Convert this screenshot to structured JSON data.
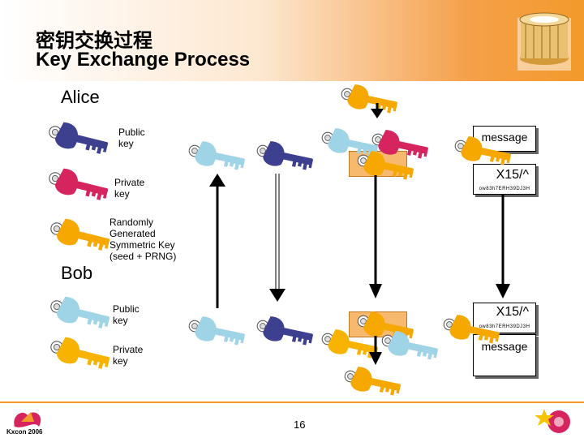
{
  "title": {
    "chinese": "密钥交换过程",
    "english": "Key Exchange Process"
  },
  "parties": {
    "alice": "Alice",
    "bob": "Bob"
  },
  "legend": {
    "public_key": "Public\nkey",
    "private_key": "Private\nkey",
    "symmetric_key": "Randomly\nGenerated\nSymmetric Key\n(seed + PRNG)"
  },
  "bob_keys": {
    "public_key": "Public\nkey",
    "private_key": "Private\nkey"
  },
  "documents": {
    "plain_top": "message",
    "cipher_top": "X15/^",
    "cipher_top_sub": "ow83h7ERH39DJ3H",
    "cipher_bottom": "X15/^",
    "cipher_bottom_sub": "ow83h7ERH39DJ3H",
    "plain_bottom": "message"
  },
  "colors": {
    "public_key": "#3d3f8f",
    "private_key": "#d6245f",
    "symmetric_key": "#f6a800",
    "bob_public_key": "#9fd3e6",
    "bob_private_key": "#f7b300",
    "header_accent": "#f39a2b"
  },
  "footer": {
    "page_number": "16",
    "logo_left": "Kxcon 2006"
  }
}
